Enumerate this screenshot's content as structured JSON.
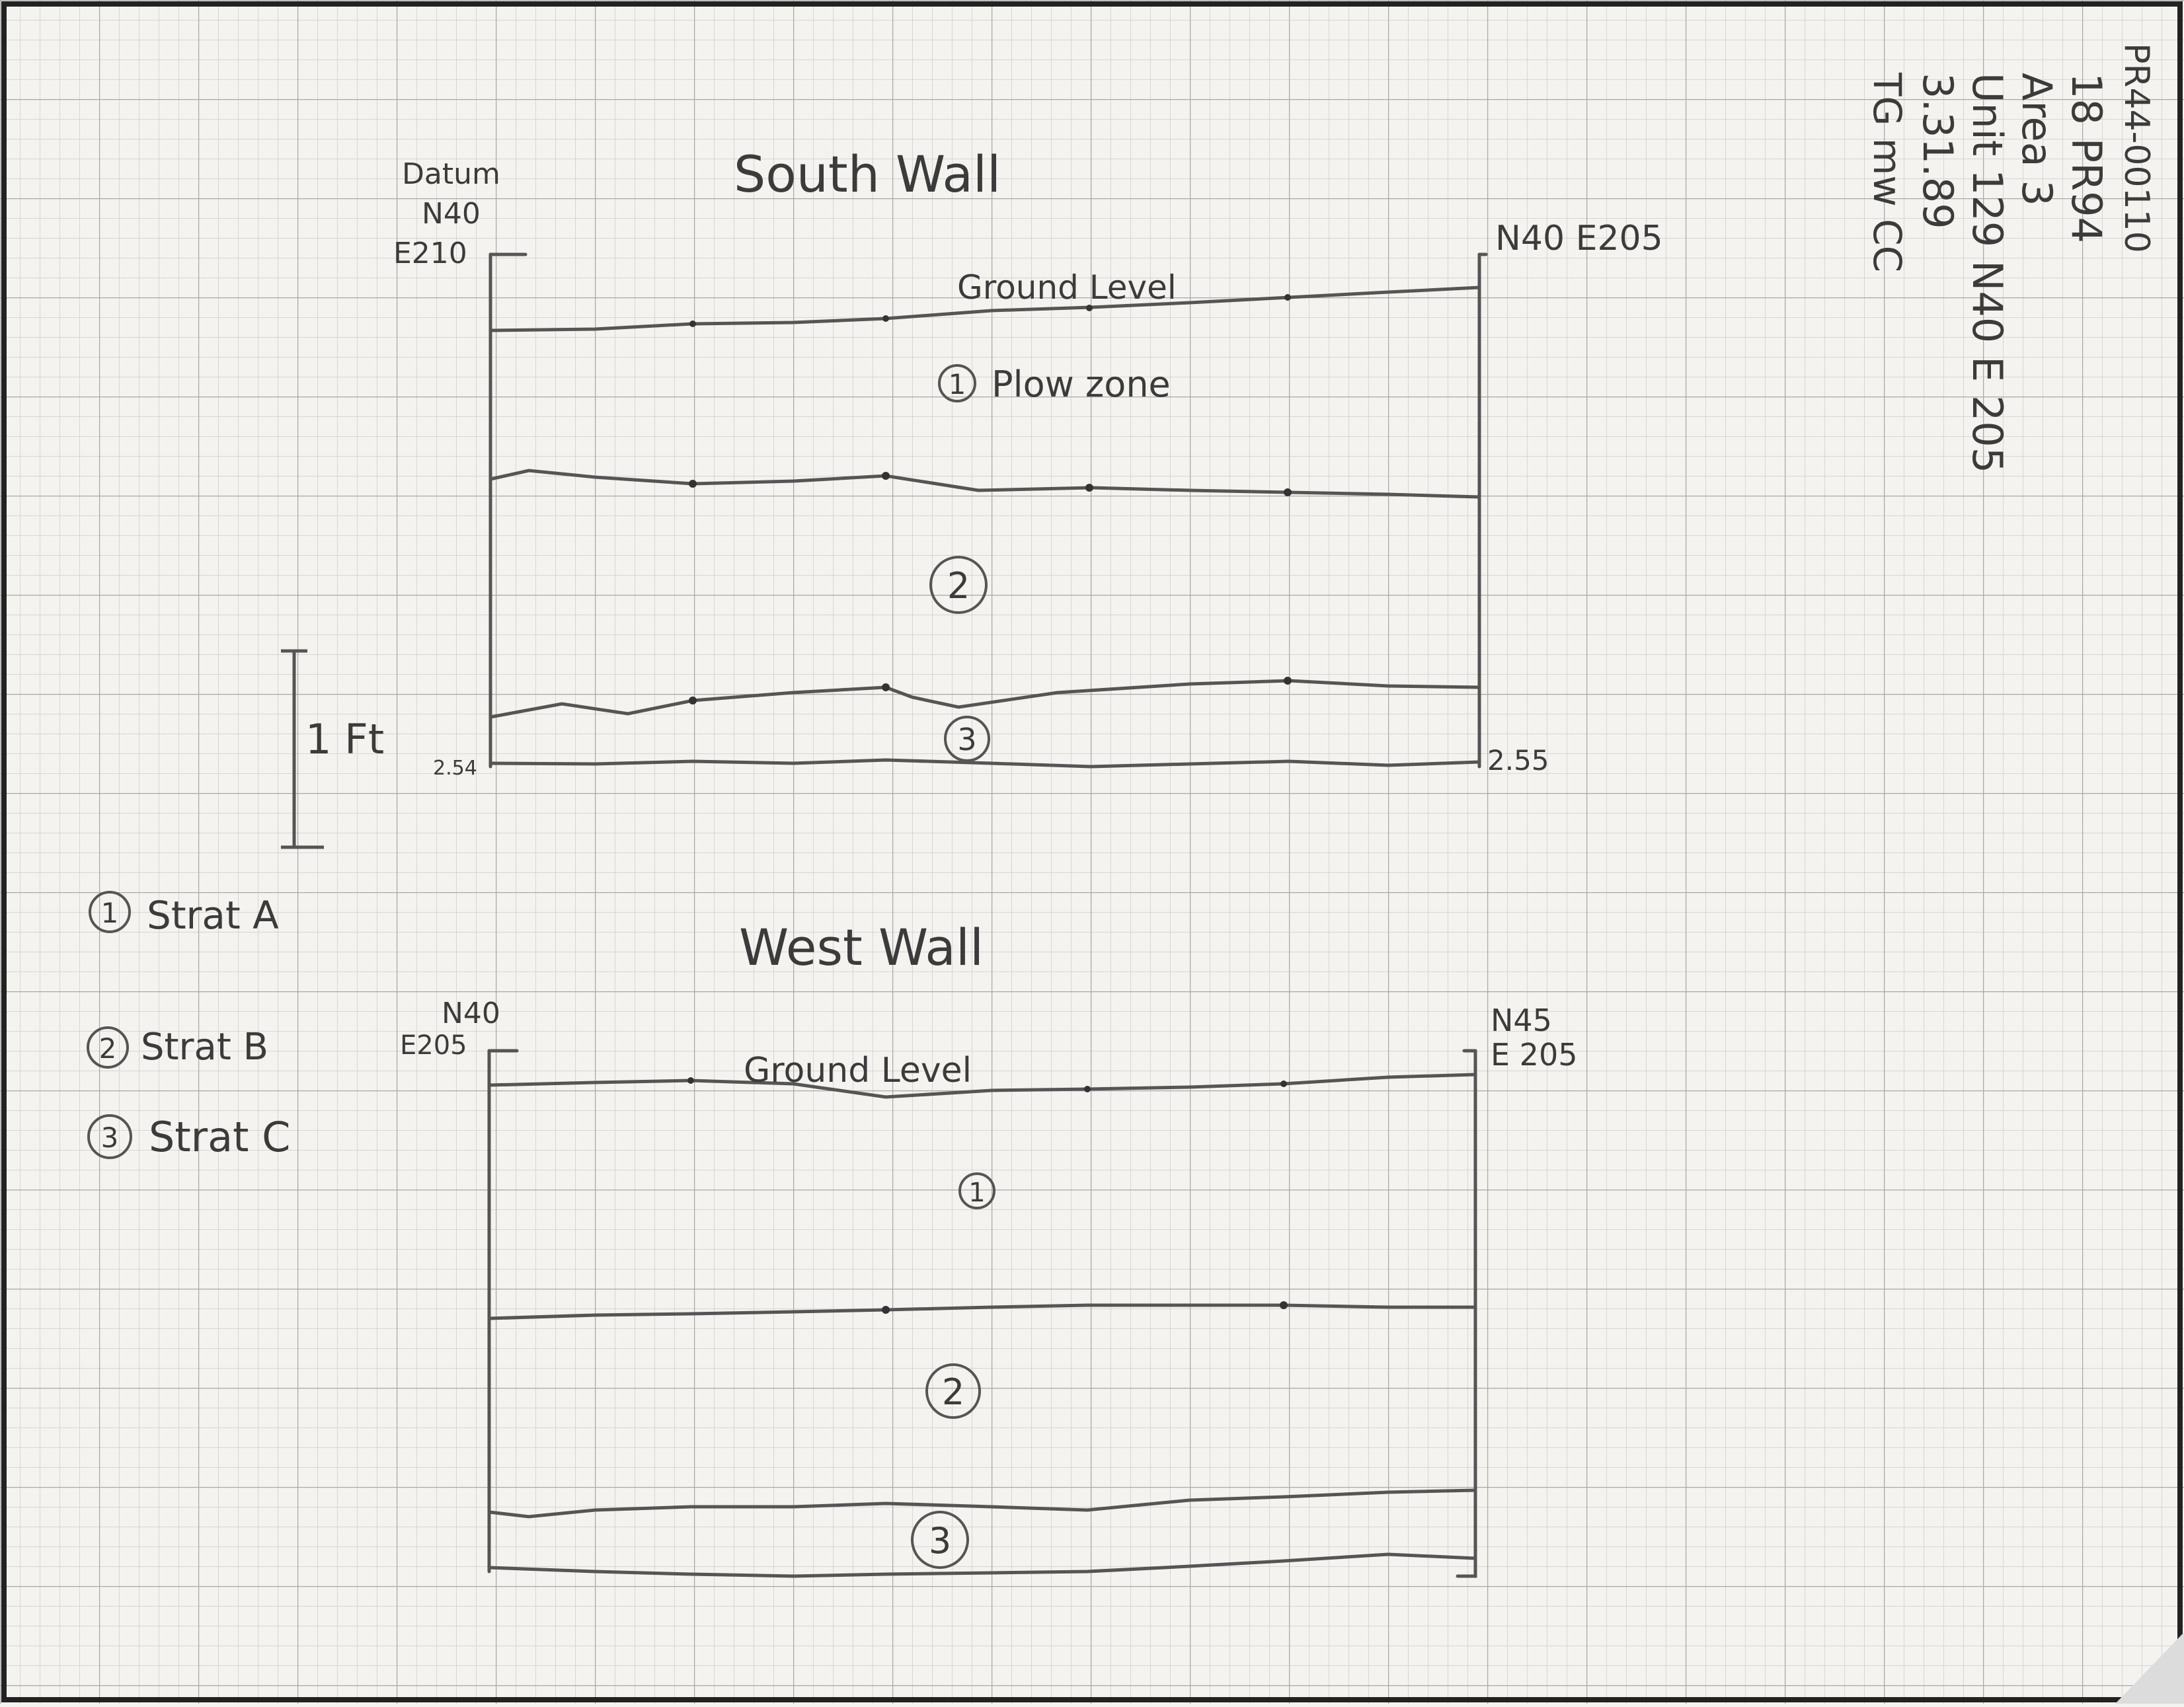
{
  "margin_notes": {
    "line1": "PR44-00110",
    "line2": "18 PR94",
    "line3": "Area 3",
    "line4": "Unit 129 N40 E 205",
    "line5": "3.31.89",
    "line6": "TG mw CC"
  },
  "south_wall": {
    "title": "South Wall",
    "datum_label": "Datum",
    "left_corner_n": "N40",
    "left_corner_e": "E210",
    "right_corner": "N40 E205",
    "ground_label": "Ground Level",
    "layer1_label": "1",
    "layer1_name": "Plow zone",
    "layer2_label": "2",
    "layer3_label": "3",
    "left_depth": "2.54",
    "right_depth": "2.55"
  },
  "west_wall": {
    "title": "West Wall",
    "left_corner_n": "N40",
    "left_corner_e": "E205",
    "right_corner_n": "N45",
    "right_corner_e": "E 205",
    "ground_label": "Ground Level",
    "layer1_label": "1",
    "layer2_label": "2",
    "layer3_label": "3"
  },
  "scale": {
    "label": "1 Ft"
  },
  "legend": [
    {
      "num": "1",
      "text": "Strat A"
    },
    {
      "num": "2",
      "text": "Strat B"
    },
    {
      "num": "3",
      "text": "Strat C"
    }
  ],
  "colors": {
    "paper": "#f4f3ef",
    "grid_minor": "#c9c9c9",
    "grid_major": "#a9a9a9",
    "pencil": "#555555"
  }
}
